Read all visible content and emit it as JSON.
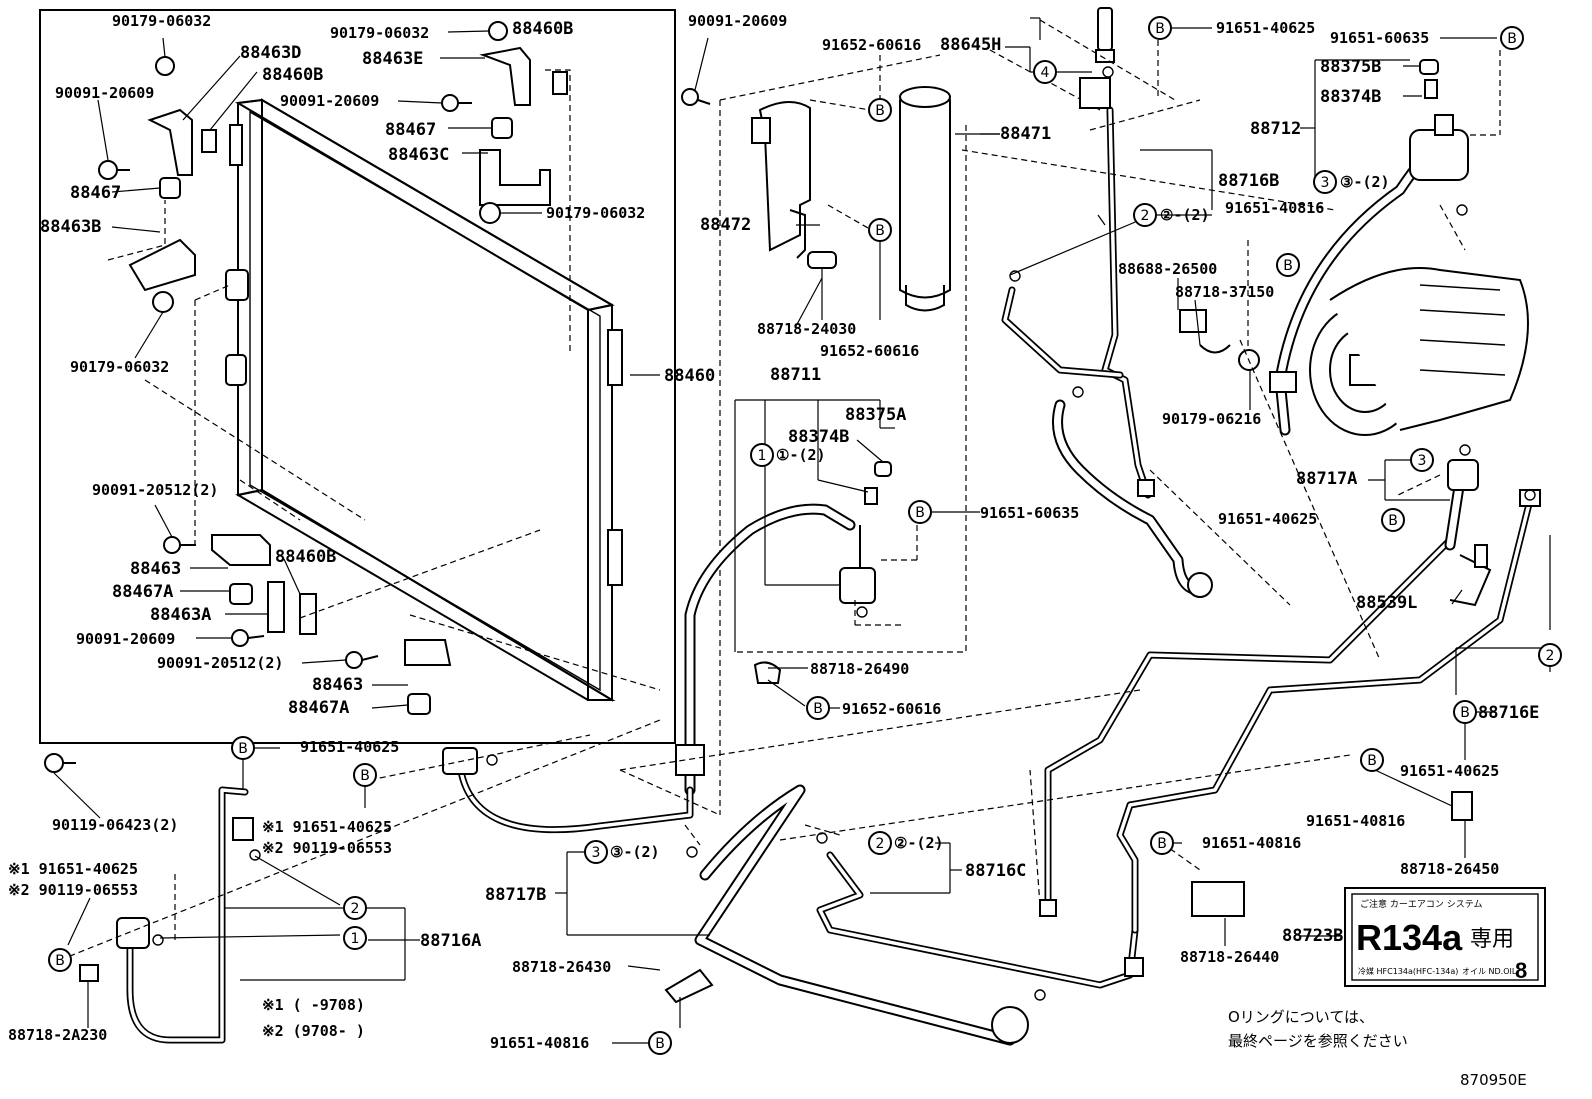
{
  "diagram_code": "870950E",
  "parts": {
    "p_90179_06032_a": "90179-06032",
    "p_88463D": "88463D",
    "p_88460B_a": "88460B",
    "p_90091_20609_a": "90091-20609",
    "p_88467_a": "88467",
    "p_88463B": "88463B",
    "p_90179_06032_b": "90179-06032",
    "p_90179_06032_c": "90179-06032",
    "p_88460B_b": "88460B",
    "p_88463E": "88463E",
    "p_90091_20609_b": "90091-20609",
    "p_88467_b": "88467",
    "p_88463C": "88463C",
    "p_90179_06032_d": "90179-06032",
    "p_88460": "88460",
    "p_90091_20512_a": "90091-20512(2)",
    "p_88463_a": "88463",
    "p_88460B_c": "88460B",
    "p_88467A_a": "88467A",
    "p_88463A": "88463A",
    "p_90091_20609_c": "90091-20609",
    "p_90091_20512_b": "90091-20512(2)",
    "p_88463_b": "88463",
    "p_88467A_b": "88467A",
    "p_90119_06423": "90119-06423(2)",
    "p_91651_40625_a": "91651-40625",
    "p_note1_label": "※1 91651-40625",
    "p_note2_label": "※2 90119-06553",
    "p_note1_label_b": "※1 91651-40625",
    "p_note2_label_b": "※2 90119-06553",
    "p_88716A": "88716A",
    "p_88718_2A230": "88718-2A230",
    "p_90091_20609_d": "90091-20609",
    "p_91652_60616_a": "91652-60616",
    "p_88472": "88472",
    "p_88718_24030": "88718-24030",
    "p_91652_60616_b": "91652-60616",
    "p_88645H": "88645H",
    "p_88471": "88471",
    "p_88711": "88711",
    "p_88375A": "88375A",
    "p_88374B_a": "88374B",
    "p_91651_60635_a": "91651-60635",
    "p_88718_26490": "88718-26490",
    "p_91652_60616_c": "91652-60616",
    "p_88717B": "88717B",
    "p_88718_26430": "88718-26430",
    "p_91651_40816_a": "91651-40816",
    "p_88716C": "88716C",
    "p_91651_40625_b": "91651-40625",
    "p_91651_60635_b": "91651-60635",
    "p_88375B": "88375B",
    "p_88374B_b": "88374B",
    "p_88712": "88712",
    "p_88716B": "88716B",
    "p_91651_40816_b": "91651-40816",
    "p_88688_26500": "88688-26500",
    "p_88718_37150": "88718-37150",
    "p_90179_06216": "90179-06216",
    "p_88717A": "88717A",
    "p_91651_40625_c": "91651-40625",
    "p_88539L": "88539L",
    "p_88716E": "88716E",
    "p_91651_40625_d": "91651-40625",
    "p_91651_40816_c": "91651-40816",
    "p_88718_26450": "88718-26450",
    "p_91651_40816_d": "91651-40816",
    "p_88718_26440": "88718-26440",
    "p_88723B": "88723B"
  },
  "callouts": {
    "c1_2": "①-(2)",
    "c2_2a": "②-(2)",
    "c3_2a": "③-(2)",
    "c3_2b": "③-(2)",
    "c2_2b": "②-(2)",
    "c4": "4",
    "c3": "3",
    "c2": "2",
    "c1": "1",
    "c2b": "2",
    "circle_b": "B"
  },
  "date_notes": {
    "n1": "※1 (      -9708)",
    "n2": "※2 (9708-      )"
  },
  "label_plate": {
    "header": "ご注意   カーエアコン  システム",
    "refrigerant": "R134a",
    "exclusive": "専用",
    "small_left": "冷媒  HFC134a(HFC-134a)",
    "small_right": "オイル  ND.OIL",
    "num": "8"
  },
  "footer_note_line1": "Oリングについては、",
  "footer_note_line2": "最終ページを参照ください"
}
